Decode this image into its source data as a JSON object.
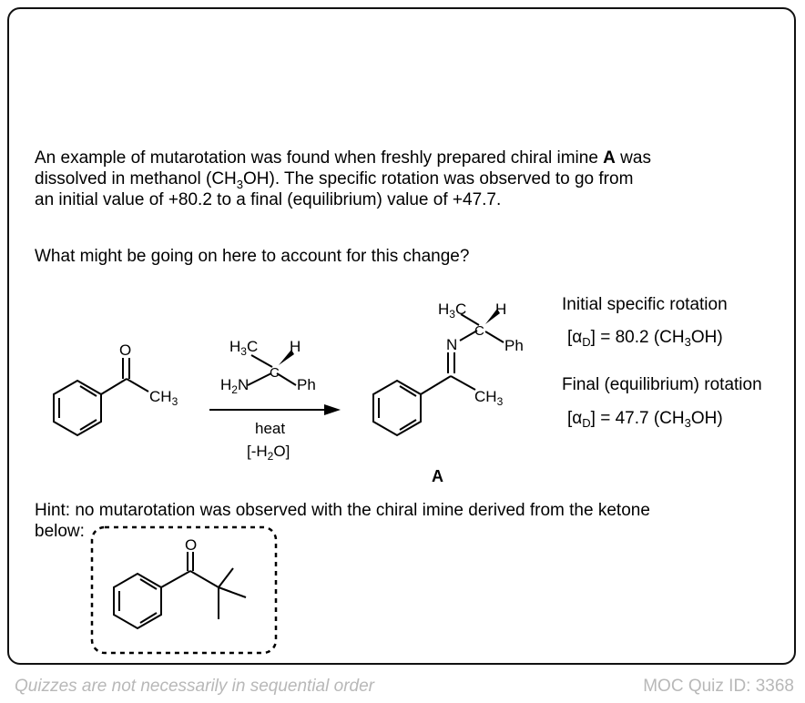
{
  "question": {
    "line1_pre": "An example of mutarotation was found when freshly prepared chiral imine ",
    "line1_bold": "A",
    "line1_post": " was",
    "line2_pre": "dissolved in methanol (CH",
    "line2_sub": "3",
    "line2_post": "OH). The specific rotation was observed to go from",
    "line3": "an initial value of +80.2 to a final (equilibrium) value of +47.7.",
    "prompt": "What might be going on here to account for this change?"
  },
  "scheme": {
    "ketone_O": "O",
    "ketone_CH3": "CH3",
    "amine_H3C": "H3C",
    "amine_H": "H",
    "amine_H2N": "H2N",
    "amine_C": "C",
    "amine_Ph": "Ph",
    "arrow_top": "",
    "arrow_bottom1": "heat",
    "arrow_bottom2": "[-H2O]",
    "product_H3C": "H3C",
    "product_H": "H",
    "product_N": "N",
    "product_C": "C",
    "product_Ph": "Ph",
    "product_CH3": "CH3",
    "product_label": "A"
  },
  "rotation": {
    "initial_title": "Initial specific rotation",
    "initial_value": "[αD] = 80.2  (CH3OH)",
    "final_title": "Final (equilibrium) rotation",
    "final_value": "[αD] = 47.7  (CH3OH)"
  },
  "hint": {
    "line1": "Hint: no mutarotation was observed with the chiral imine derived from the ketone",
    "line2": "below:",
    "ketone_O": "O"
  },
  "footer": {
    "left": "Quizzes are not necessarily in sequential order",
    "right": "MOC Quiz ID: 3368"
  }
}
